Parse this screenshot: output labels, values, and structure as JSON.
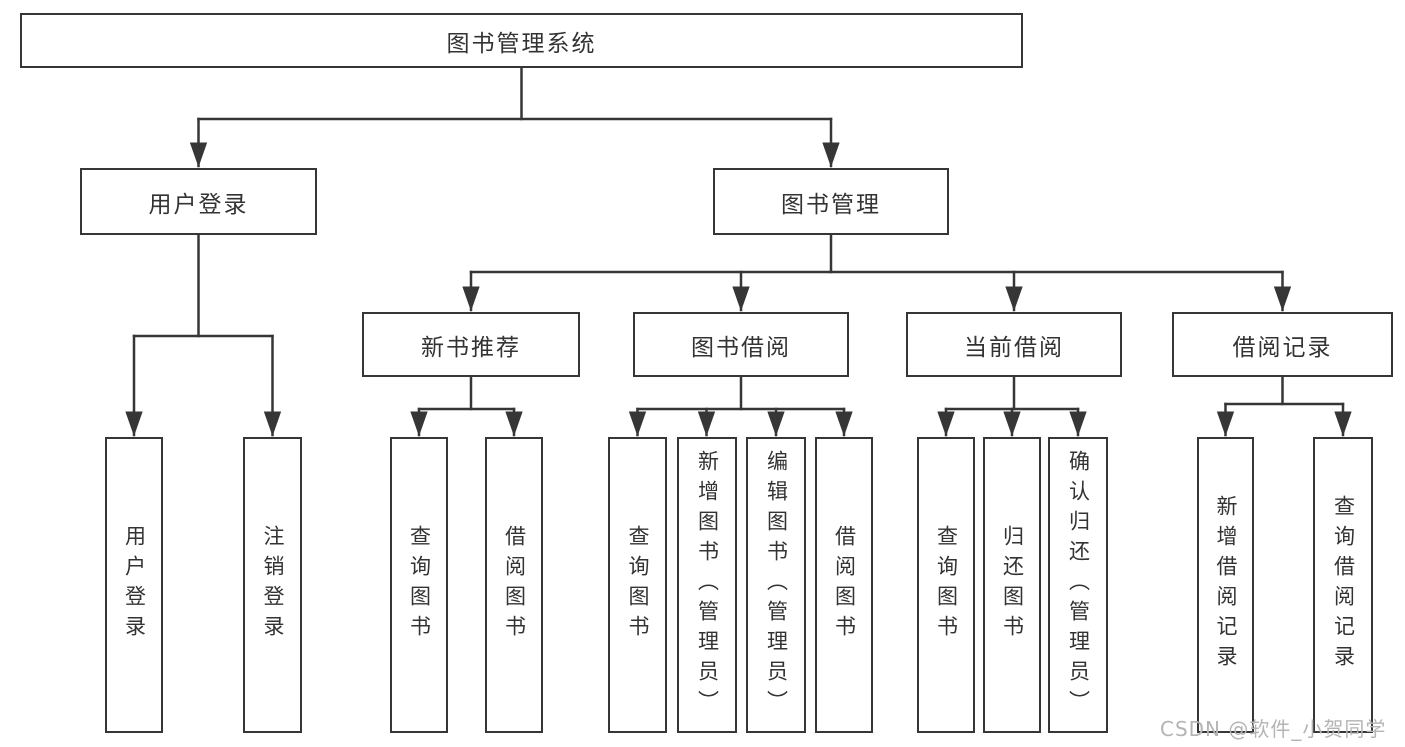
{
  "colors": {
    "line": "#363636",
    "text": "#333333",
    "watermark": "#b4b4b4",
    "background": "#ffffff"
  },
  "root": {
    "label": "图书管理系统"
  },
  "branches": [
    {
      "label": "用户登录",
      "children": [
        {
          "label": "用户登录"
        },
        {
          "label": "注销登录"
        }
      ]
    },
    {
      "label": "图书管理",
      "children": [
        {
          "label": "新书推荐",
          "children": [
            {
              "label": "查询图书"
            },
            {
              "label": "借阅图书"
            }
          ]
        },
        {
          "label": "图书借阅",
          "children": [
            {
              "label": "查询图书"
            },
            {
              "label": "新增图书（管理员）"
            },
            {
              "label": "编辑图书（管理员）"
            },
            {
              "label": "借阅图书"
            }
          ]
        },
        {
          "label": "当前借阅",
          "children": [
            {
              "label": "查询图书"
            },
            {
              "label": "归还图书"
            },
            {
              "label": "确认归还（管理员）"
            }
          ]
        },
        {
          "label": "借阅记录",
          "children": [
            {
              "label": "新增借阅记录"
            },
            {
              "label": "查询借阅记录"
            }
          ]
        }
      ]
    }
  ],
  "watermark": {
    "text": "CSDN @软件_小贺同学"
  }
}
